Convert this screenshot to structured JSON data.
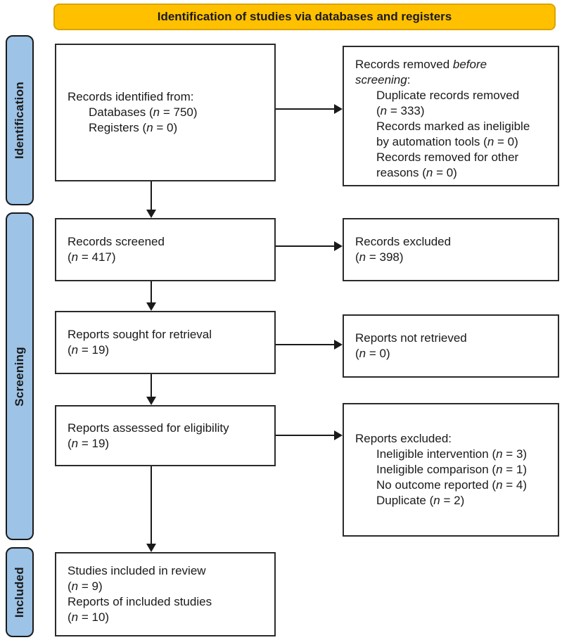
{
  "banner": {
    "title": "Identification of studies via databases and registers"
  },
  "stages": [
    {
      "label": "Identification"
    },
    {
      "label": "Screening"
    },
    {
      "label": "Included"
    }
  ],
  "boxes": {
    "left": [
      {
        "name": "records-identified",
        "lines": [
          {
            "text": "Records identified from:"
          },
          {
            "text": "Databases (*n* = 750)",
            "indent": true
          },
          {
            "text": "Registers (*n* = 0)",
            "indent": true
          }
        ]
      },
      {
        "name": "records-screened",
        "lines": [
          {
            "text": "Records screened"
          },
          {
            "text": "(*n* = 417)"
          }
        ]
      },
      {
        "name": "reports-sought",
        "lines": [
          {
            "text": "Reports sought for retrieval"
          },
          {
            "text": "(*n* = 19)"
          }
        ]
      },
      {
        "name": "reports-assessed",
        "lines": [
          {
            "text": "Reports assessed for eligibility"
          },
          {
            "text": "(*n* = 19)"
          }
        ]
      },
      {
        "name": "studies-included",
        "lines": [
          {
            "text": "Studies included in review"
          },
          {
            "text": "(*n* = 9)"
          },
          {
            "text": "Reports of included studies"
          },
          {
            "text": "(*n* = 10)"
          }
        ]
      }
    ],
    "right": [
      {
        "name": "records-removed-before-screening",
        "lines": [
          {
            "text": "Records removed *before*"
          },
          {
            "text": "*screening*:"
          },
          {
            "text": "Duplicate records removed",
            "indent": true
          },
          {
            "text": "(*n* = 333)",
            "indent": true
          },
          {
            "text": "Records marked as ineligible",
            "indent": true
          },
          {
            "text": "by automation tools (*n* = 0)",
            "indent": true
          },
          {
            "text": "Records removed for other",
            "indent": true
          },
          {
            "text": "reasons (*n* = 0)",
            "indent": true
          }
        ]
      },
      {
        "name": "records-excluded",
        "lines": [
          {
            "text": "Records excluded"
          },
          {
            "text": "(*n* = 398)"
          }
        ]
      },
      {
        "name": "reports-not-retrieved",
        "lines": [
          {
            "text": "Reports not retrieved"
          },
          {
            "text": "(*n* = 0)"
          }
        ]
      },
      {
        "name": "reports-excluded",
        "lines": [
          {
            "text": "Reports excluded:"
          },
          {
            "text": "Ineligible intervention (*n* = 3)",
            "indent": true
          },
          {
            "text": "Ineligible comparison (*n* = 1)",
            "indent": true
          },
          {
            "text": "No outcome reported (*n* = 4)",
            "indent": true
          },
          {
            "text": "Duplicate (*n* = 2)",
            "indent": true
          }
        ]
      }
    ]
  },
  "theme": {
    "banner_bg": "#FFC000",
    "banner_border": "#D9A400",
    "stage_bg": "#9DC3E6",
    "stage_border": "#1A1A1A",
    "box_border": "#2B2B2B",
    "arrow_color": "#1A1A1A",
    "text_color": "#1A1A1A",
    "background": "#FFFFFF"
  }
}
